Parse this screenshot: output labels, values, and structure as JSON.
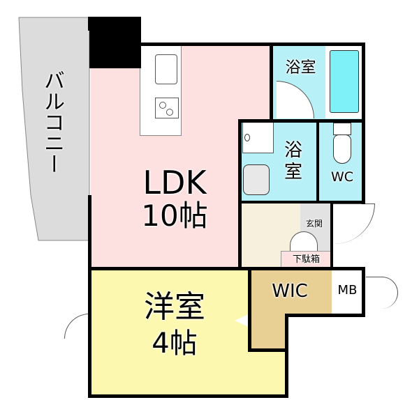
{
  "floorplan": {
    "rooms": {
      "balcony": {
        "label": "バルコニー",
        "color": "#dcdcdc"
      },
      "ldk": {
        "label": "LDK",
        "size": "10帖",
        "color": "#fde0e0"
      },
      "bath_top": {
        "label": "浴室",
        "color": "#b8f0f8"
      },
      "bath_mid": {
        "label_1": "浴",
        "label_2": "室",
        "color": "#b8f0f8"
      },
      "wc": {
        "label": "WC",
        "color": "#b8f0f8"
      },
      "entrance": {
        "label": "玄関",
        "color": "#f7f0dc"
      },
      "shoe_box": {
        "label": "下駄箱",
        "color": "#fde0e0"
      },
      "western_room": {
        "label": "洋室",
        "size": "4帖",
        "color": "#fdf8b0"
      },
      "wic": {
        "label": "WIC",
        "color": "#e8cf94"
      },
      "mb": {
        "label": "MB",
        "color": "#ffffff"
      }
    },
    "bathtub_color": "#7ef0f8"
  }
}
